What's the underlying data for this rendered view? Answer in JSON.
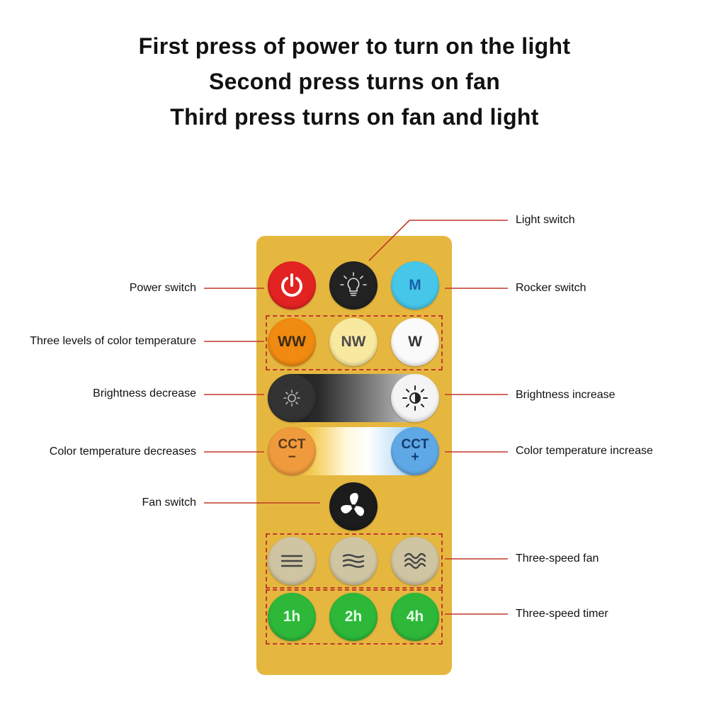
{
  "heading": {
    "line1": "First press of power to turn on the light",
    "line2": "Second press turns on fan",
    "line3": "Third press turns on fan and light"
  },
  "labels": {
    "light_switch": "Light switch",
    "power_switch": "Power switch",
    "rocker_switch": "Rocker switch",
    "color_temp_levels": "Three levels of color temperature",
    "brightness_decrease": "Brightness decrease",
    "brightness_increase": "Brightness increase",
    "color_temp_decreases": "Color temperature decreases",
    "color_temp_increase": "Color temperature increase",
    "fan_switch": "Fan switch",
    "three_speed_fan": "Three-speed fan",
    "three_speed_timer": "Three-speed timer"
  },
  "buttons": {
    "mode": "M",
    "ww": "WW",
    "nw": "NW",
    "w": "W",
    "cct_minus_top": "CCT",
    "cct_minus_sign": "−",
    "cct_plus_top": "CCT",
    "cct_plus_sign": "+",
    "timer_1h": "1h",
    "timer_2h": "2h",
    "timer_4h": "4h"
  },
  "colors": {
    "remote_body": "#e6b73f",
    "power": "#e32222",
    "light": "#222222",
    "mode": "#46c7ea",
    "ww": "#f08a10",
    "nw": "#f8e9a0",
    "w": "#fafafa",
    "fan_speed": "#cfc5a3",
    "timer": "#2db83a",
    "leader_line": "#c0392b"
  }
}
